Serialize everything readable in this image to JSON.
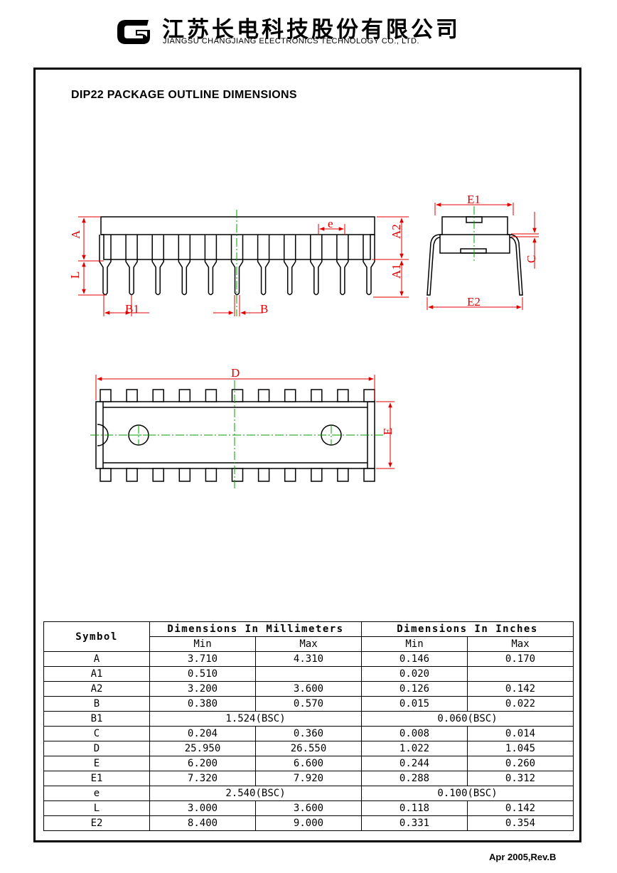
{
  "header": {
    "company_cn": "江苏长电科技股份有限公司",
    "company_en": "JIANGSU CHANGJIANG ELECTRONICS TECHNOLOGY CO., LTD."
  },
  "title": "DIP22 PACKAGE OUTLINE DIMENSIONS",
  "labels": {
    "A": "A",
    "L": "L",
    "A2": "A2",
    "A1": "A1",
    "e": "e",
    "B1": "B1",
    "B": "B",
    "E1": "E1",
    "E2": "E2",
    "C": "C",
    "D": "D",
    "E": "E"
  },
  "table": {
    "symbol_header": "Symbol",
    "mm_header": "Dimensions In Millimeters",
    "inch_header": "Dimensions In Inches",
    "min": "Min",
    "max": "Max",
    "rows": [
      {
        "symbol": "A",
        "mm_min": "3.710",
        "mm_max": "4.310",
        "in_min": "0.146",
        "in_max": "0.170"
      },
      {
        "symbol": "A1",
        "mm_min": "0.510",
        "mm_max": "",
        "in_min": "0.020",
        "in_max": ""
      },
      {
        "symbol": "A2",
        "mm_min": "3.200",
        "mm_max": "3.600",
        "in_min": "0.126",
        "in_max": "0.142"
      },
      {
        "symbol": "B",
        "mm_min": "0.380",
        "mm_max": "0.570",
        "in_min": "0.015",
        "in_max": "0.022"
      },
      {
        "symbol": "B1",
        "mm_bsc": "1.524(BSC)",
        "in_bsc": "0.060(BSC)"
      },
      {
        "symbol": "C",
        "mm_min": "0.204",
        "mm_max": "0.360",
        "in_min": "0.008",
        "in_max": "0.014"
      },
      {
        "symbol": "D",
        "mm_min": "25.950",
        "mm_max": "26.550",
        "in_min": "1.022",
        "in_max": "1.045"
      },
      {
        "symbol": "E",
        "mm_min": "6.200",
        "mm_max": "6.600",
        "in_min": "0.244",
        "in_max": "0.260"
      },
      {
        "symbol": "E1",
        "mm_min": "7.320",
        "mm_max": "7.920",
        "in_min": "0.288",
        "in_max": "0.312"
      },
      {
        "symbol": "e",
        "mm_bsc": "2.540(BSC)",
        "in_bsc": "0.100(BSC)"
      },
      {
        "symbol": "L",
        "mm_min": "3.000",
        "mm_max": "3.600",
        "in_min": "0.118",
        "in_max": "0.142"
      },
      {
        "symbol": "E2",
        "mm_min": "8.400",
        "mm_max": "9.000",
        "in_min": "0.331",
        "in_max": "0.354"
      }
    ]
  },
  "footer": "Apr 2005,Rev.B",
  "colors": {
    "dimension": "#e00000",
    "centerline": "#00a000",
    "outline": "#000000"
  }
}
